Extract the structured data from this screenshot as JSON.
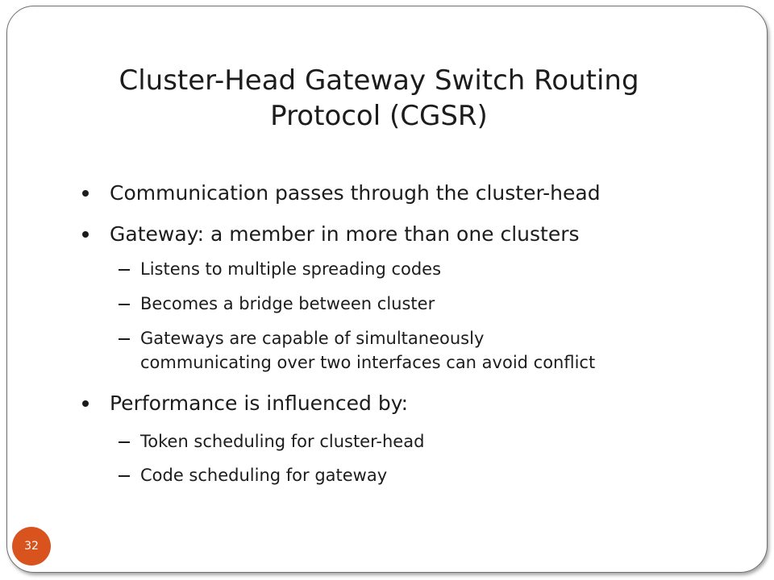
{
  "slide": {
    "title_line1": "Cluster-Head Gateway Switch Routing",
    "title_line2": "Protocol (CGSR)",
    "page_number": "32",
    "accent_color": "#d9531e",
    "bullets": [
      {
        "level": 1,
        "text": "Communication passes through the cluster-head"
      },
      {
        "level": 1,
        "text": "Gateway: a member in more than one clusters"
      },
      {
        "level": 2,
        "text": "Listens to multiple spreading codes"
      },
      {
        "level": 2,
        "text": "Becomes a bridge between cluster"
      },
      {
        "level": 2,
        "text": "Gateways are capable of simultaneously",
        "text2": "communicating over two interfaces can avoid conflict"
      },
      {
        "level": 1,
        "text": "Performance is influenced by:"
      },
      {
        "level": 2,
        "text": "Token scheduling for cluster-head"
      },
      {
        "level": 2,
        "text": "Code scheduling for gateway"
      }
    ]
  }
}
